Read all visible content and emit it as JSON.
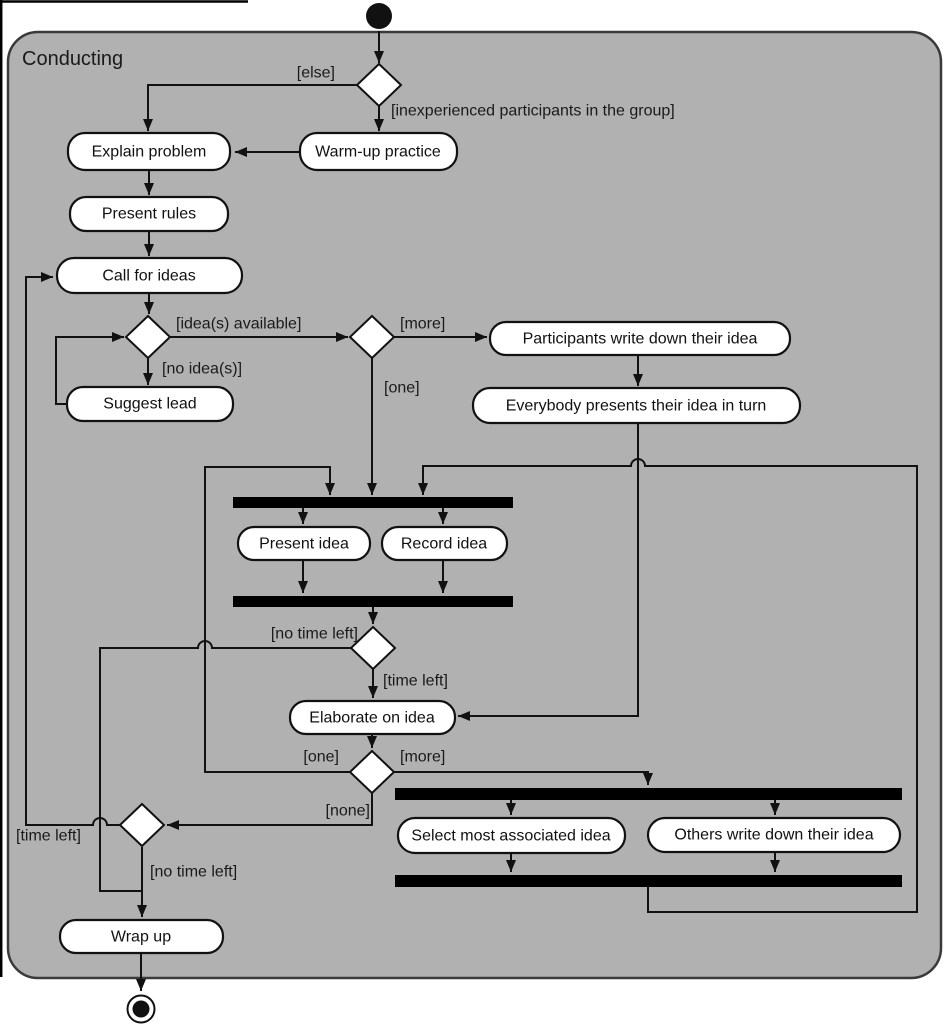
{
  "diagram": {
    "type": "uml-activity-diagram",
    "title": "Conducting",
    "nodes": {
      "explain_problem": "Explain problem",
      "warm_up_practice": "Warm-up practice",
      "present_rules": "Present rules",
      "call_for_ideas": "Call for ideas",
      "suggest_lead": "Suggest lead",
      "participants_write": "Participants write down their idea",
      "everybody_presents": "Everybody presents their idea in turn",
      "present_idea": "Present idea",
      "record_idea": "Record idea",
      "elaborate_on_idea": "Elaborate on idea",
      "select_most_associated": "Select most associated idea",
      "others_write": "Others write down their idea",
      "wrap_up": "Wrap up"
    },
    "guards": {
      "else": "[else]",
      "inexperienced": "[inexperienced participants in the group]",
      "ideas_available": "[idea(s) available]",
      "no_ideas": "[no idea(s)]",
      "more_top": "[more]",
      "one_top": "[one]",
      "no_time_left_1": "[no time left]",
      "time_left_1": "[time left]",
      "one_2": "[one]",
      "more_2": "[more]",
      "none": "[none]",
      "time_left_2": "[time left]",
      "no_time_left_2": "[no time left]"
    },
    "colors": {
      "frame_fill": "#b1b1b1",
      "frame_border": "#3a3a3a",
      "line": "#111111",
      "node_fill": "#ffffff",
      "fork_join_bar": "#000000",
      "background": "#ffffff"
    }
  }
}
